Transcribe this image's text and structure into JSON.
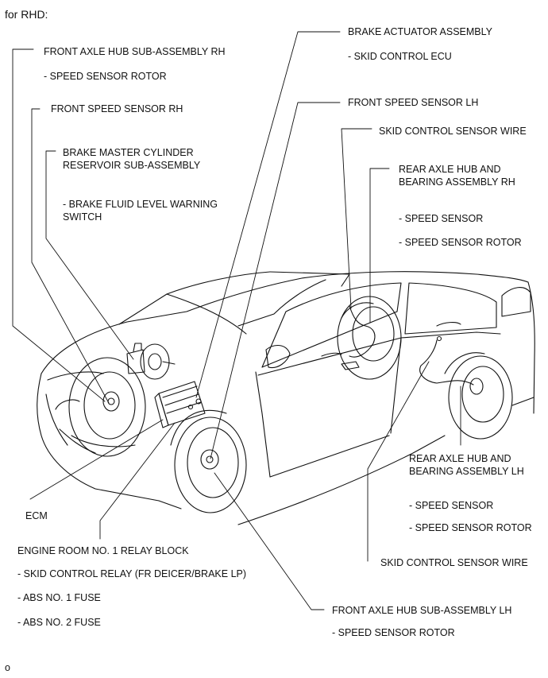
{
  "header": "for RHD:",
  "footer_mark": "o",
  "labels": {
    "front_axle_hub_rh": "FRONT AXLE HUB SUB-ASSEMBLY RH",
    "front_axle_hub_rh_sub": "- SPEED SENSOR ROTOR",
    "front_speed_sensor_rh": "FRONT SPEED SENSOR RH",
    "master_cyl_1": "BRAKE MASTER CYLINDER",
    "master_cyl_2": "RESERVOIR SUB-ASSEMBLY",
    "master_cyl_sub1": "- BRAKE FLUID LEVEL WARNING",
    "master_cyl_sub2": "SWITCH",
    "brake_actuator": "BRAKE ACTUATOR ASSEMBLY",
    "brake_actuator_sub": "- SKID CONTROL ECU",
    "front_speed_sensor_lh": "FRONT SPEED SENSOR LH",
    "skid_wire_top": "SKID CONTROL SENSOR WIRE",
    "rear_hub_rh_1": "REAR AXLE HUB AND",
    "rear_hub_rh_2": "BEARING ASSEMBLY RH",
    "rear_hub_rh_sub1": "- SPEED SENSOR",
    "rear_hub_rh_sub2": "- SPEED SENSOR ROTOR",
    "rear_hub_lh_1": "REAR AXLE HUB AND",
    "rear_hub_lh_2": "BEARING ASSEMBLY LH",
    "rear_hub_lh_sub1": "- SPEED SENSOR",
    "rear_hub_lh_sub2": "- SPEED SENSOR ROTOR",
    "skid_wire_bottom": "SKID CONTROL SENSOR WIRE",
    "ecm": "ECM",
    "relay_block": "ENGINE ROOM NO. 1 RELAY BLOCK",
    "relay_sub1": "- SKID CONTROL RELAY (FR DEICER/BRAKE LP)",
    "relay_sub2": "- ABS NO. 1 FUSE",
    "relay_sub3": "- ABS NO. 2 FUSE",
    "front_axle_hub_lh": "FRONT AXLE HUB SUB-ASSEMBLY LH",
    "front_axle_hub_lh_sub": "- SPEED SENSOR ROTOR"
  }
}
